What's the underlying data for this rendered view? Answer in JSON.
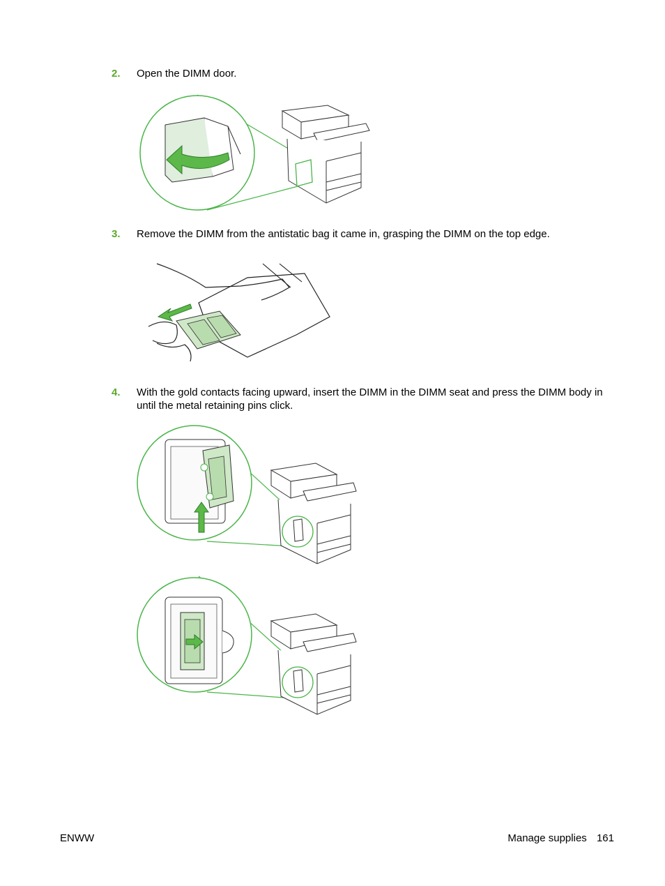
{
  "steps": [
    {
      "num": "2.",
      "text": "Open the DIMM door."
    },
    {
      "num": "3.",
      "text": "Remove the DIMM from the antistatic bag it came in, grasping the DIMM on the top edge."
    },
    {
      "num": "4.",
      "text": "With the gold contacts facing upward, insert the DIMM in the DIMM seat and press the DIMM body in until the metal retaining pins click."
    }
  ],
  "footer": {
    "left": "ENWW",
    "section": "Manage supplies",
    "page": "161"
  },
  "colors": {
    "accent": "#5aa92a",
    "callout": "#4bb54a"
  },
  "icons": [
    "printer-illustration",
    "dimm-door-illustration",
    "dimm-bag-illustration",
    "dimm-install-illustration",
    "dimm-seated-illustration",
    "arrow-icon"
  ]
}
